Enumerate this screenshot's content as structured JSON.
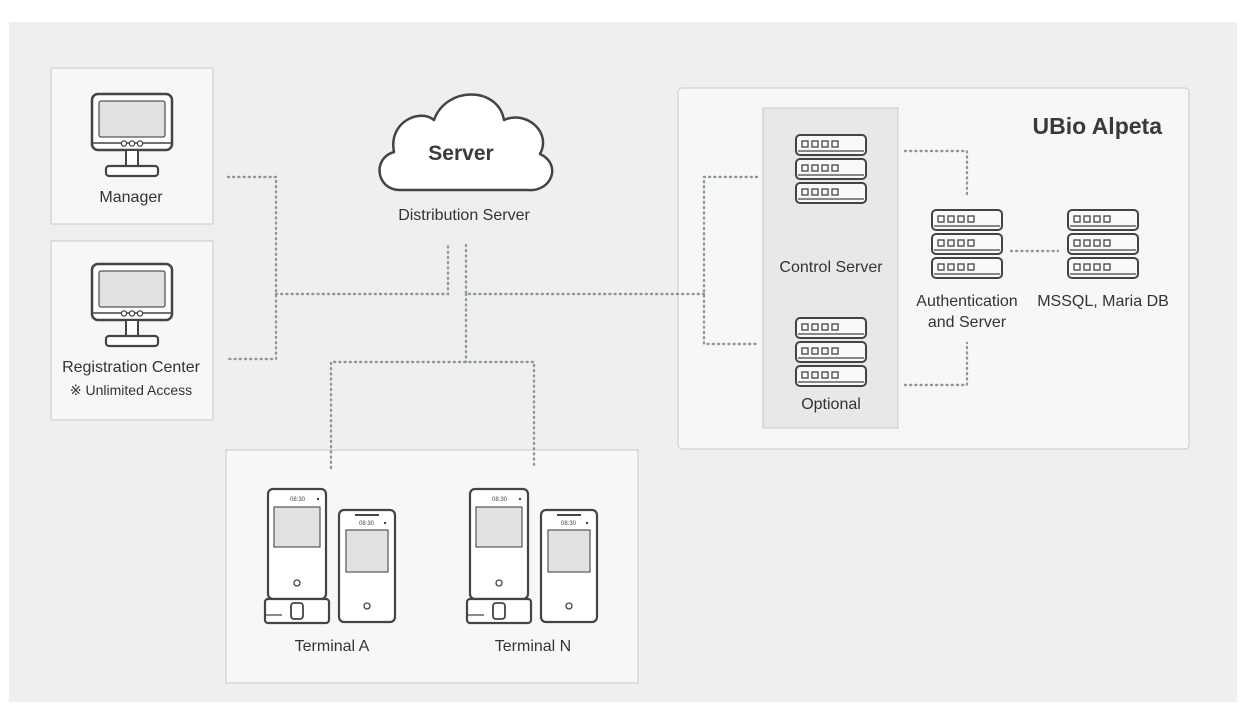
{
  "diagram": {
    "colors": {
      "background": "#efefef",
      "panel": "#f7f7f7",
      "panel_border": "#c9c9c9",
      "device_stroke": "#444444",
      "connector": "#8a9a98"
    },
    "left_clients": {
      "manager": {
        "label": "Manager",
        "icon": "monitor-icon"
      },
      "registration_center": {
        "label": "Registration Center",
        "note": "※ Unlimited Access",
        "icon": "monitor-icon"
      }
    },
    "distribution": {
      "cloud_label": "Server",
      "caption": "Distribution Server",
      "icon": "cloud-icon"
    },
    "ubio": {
      "title": "UBio Alpeta",
      "control_server": "Control Server",
      "optional": "Optional",
      "authentication_line1": "Authentication",
      "authentication_line2": "and Server",
      "database": "MSSQL, Maria DB",
      "icon": "server-rack-icon"
    },
    "terminals": {
      "a_label": "Terminal A",
      "n_label": "Terminal N",
      "icon": "biometric-terminal-icon",
      "screen_text": "08:30"
    }
  }
}
